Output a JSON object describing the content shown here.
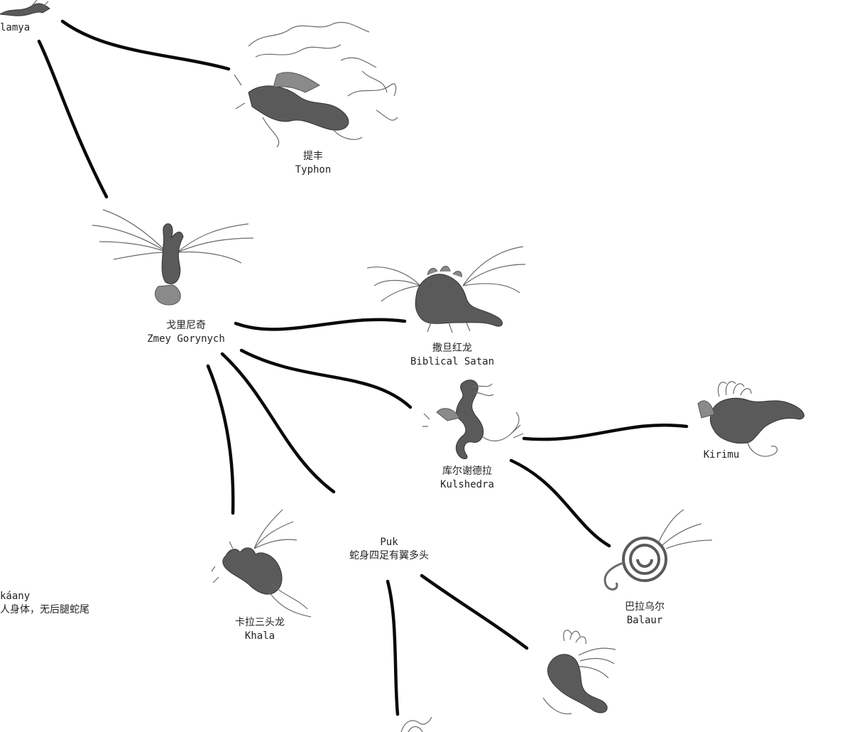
{
  "nodes": {
    "lamya": {
      "en": "lamya"
    },
    "typhon": {
      "zh": "提丰",
      "en": "Typhon"
    },
    "zmey": {
      "zh": "戈里尼奇",
      "en": "Zmey Gorynych"
    },
    "satan": {
      "zh": "撒旦红龙",
      "en": "Biblical Satan"
    },
    "kulshedra": {
      "zh": "库尔谢德拉",
      "en": "Kulshedra"
    },
    "kirimu": {
      "en": "Kirimu"
    },
    "puk": {
      "en": "Puk",
      "zh": "蛇身四足有翼多头"
    },
    "khala": {
      "zh": "卡拉三头龙",
      "en": "Khala"
    },
    "balaur": {
      "zh": "巴拉乌尔",
      "en": "Balaur"
    },
    "partial": {
      "line1": "káany",
      "line2": "人身体，无后腿蛇尾"
    }
  },
  "colors": {
    "edge": "#0a0a0a",
    "text": "#222222",
    "ink": "#5a5a5a"
  }
}
